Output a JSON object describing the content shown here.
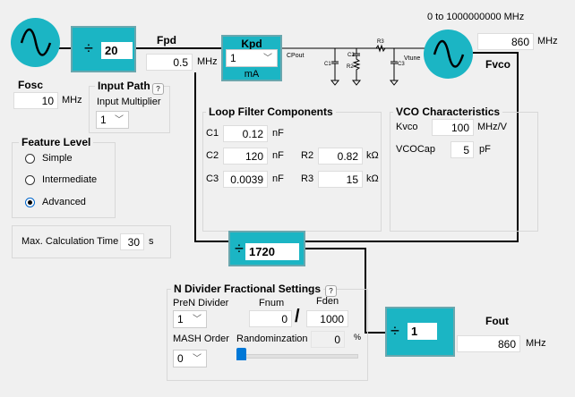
{
  "osc": {
    "label": "Fosc",
    "value": "10",
    "unit": "MHz"
  },
  "r_divider": {
    "symbol": "÷",
    "value": "20"
  },
  "fpd": {
    "label": "Fpd",
    "value": "0.5",
    "unit": "MHz"
  },
  "kpd": {
    "label": "Kpd",
    "value": "1",
    "unit": "mA"
  },
  "schematic": {
    "cpout": "CPout",
    "vtune": "Vtune",
    "c1": "C1",
    "c2": "C2",
    "c3": "C3",
    "r2": "R2",
    "r3": "R3"
  },
  "vco": {
    "range": "0 to 1000000000 MHz",
    "value": "860",
    "unit": "MHz",
    "label": "Fvco"
  },
  "input_path": {
    "title": "Input Path",
    "help": "?",
    "mult_label": "Input Multiplier",
    "mult_value": "1"
  },
  "feature_level": {
    "title": "Feature Level",
    "options": [
      "Simple",
      "Intermediate",
      "Advanced"
    ],
    "selected": "Advanced"
  },
  "max_calc": {
    "label": "Max. Calculation Time",
    "value": "30",
    "unit": "s"
  },
  "loop_filter": {
    "title": "Loop Filter Components",
    "c1": {
      "label": "C1",
      "value": "0.12",
      "unit": "nF"
    },
    "c2": {
      "label": "C2",
      "value": "120",
      "unit": "nF"
    },
    "c3": {
      "label": "C3",
      "value": "0.0039",
      "unit": "nF"
    },
    "r2": {
      "label": "R2",
      "value": "0.82",
      "unit": "kΩ"
    },
    "r3": {
      "label": "R3",
      "value": "15",
      "unit": "kΩ"
    }
  },
  "vco_char": {
    "title": "VCO Characteristics",
    "kvco_label": "Kvco",
    "kvco": "100",
    "kvco_unit": "MHz/V",
    "cap_label": "VCOCap",
    "cap": "5",
    "cap_unit": "pF"
  },
  "n_divider": {
    "symbol": "÷",
    "value": "1720"
  },
  "n_frac": {
    "title": "N Divider Fractional Settings",
    "help": "?",
    "pren_label": "PreN Divider",
    "pren": "1",
    "mash_label": "MASH Order",
    "mash": "0",
    "fnum_label": "Fnum",
    "fnum": "0",
    "slash": "/",
    "fden_label": "Fden",
    "fden": "1000",
    "rand_label": "Randominzation",
    "rand": "0",
    "rand_unit": "%"
  },
  "out_divider": {
    "symbol": "÷",
    "value": "1"
  },
  "fout": {
    "label": "Fout",
    "value": "860",
    "unit": "MHz"
  }
}
